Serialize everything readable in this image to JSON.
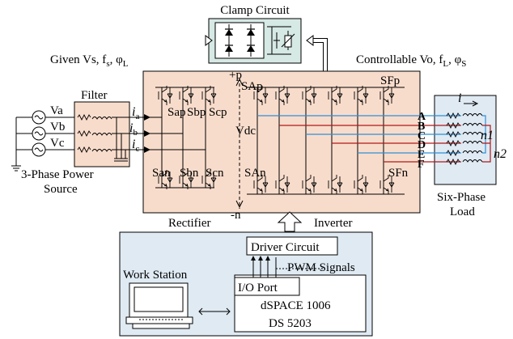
{
  "title_clamp": "Clamp Circuit",
  "given_label": "Given Vs, f",
  "given_sub_s": "s",
  "given_mid": ", φ",
  "given_sub_L": "L",
  "controllable_label": "Controllable Vo, f",
  "controllable_sub_L": "L",
  "controllable_mid": ", φ",
  "controllable_sub_S": "S",
  "filter_label": "Filter",
  "source_phases": [
    "Va",
    "Vb",
    "Vc"
  ],
  "source_label_line1": "3-Phase Power",
  "source_label_line2": "Source",
  "currents": [
    "i",
    "i",
    "i"
  ],
  "current_subs": [
    "a",
    "b",
    "c"
  ],
  "rectifier_switches_top": [
    "Sap",
    "Sbp",
    "Scp"
  ],
  "rectifier_switches_bottom": [
    "San",
    "Sbn",
    "Scn"
  ],
  "rectifier_label": "Rectifier",
  "dc_top": "+p",
  "dc_mid": "Vdc",
  "dc_bottom": "-n",
  "inverter_switch_top_left": "SAp",
  "inverter_switch_top_right": "SFp",
  "inverter_switch_bottom_left": "SAn",
  "inverter_switch_bottom_right": "SFn",
  "inverter_label": "Inverter",
  "load_phases": [
    "A",
    "B",
    "C",
    "D",
    "E",
    "F"
  ],
  "load_current": "i",
  "neutral_1": "n1",
  "neutral_2": "n2",
  "load_label_line1": "Six-Phase",
  "load_label_line2": "Load",
  "driver_label": "Driver Circuit",
  "pwm_label": "PWM Signals",
  "workstation_label": "Work Station",
  "io_label": "I/O Port",
  "dspace_line1": "dSPACE 1006",
  "dspace_line2": "DS 5203",
  "colors": {
    "pink_panel": "#f8dccb",
    "green_panel": "#d6e9e4",
    "blue_panel": "#dfeaf3",
    "blue_wire": "#2f8fd6",
    "red_wire": "#b01818"
  }
}
